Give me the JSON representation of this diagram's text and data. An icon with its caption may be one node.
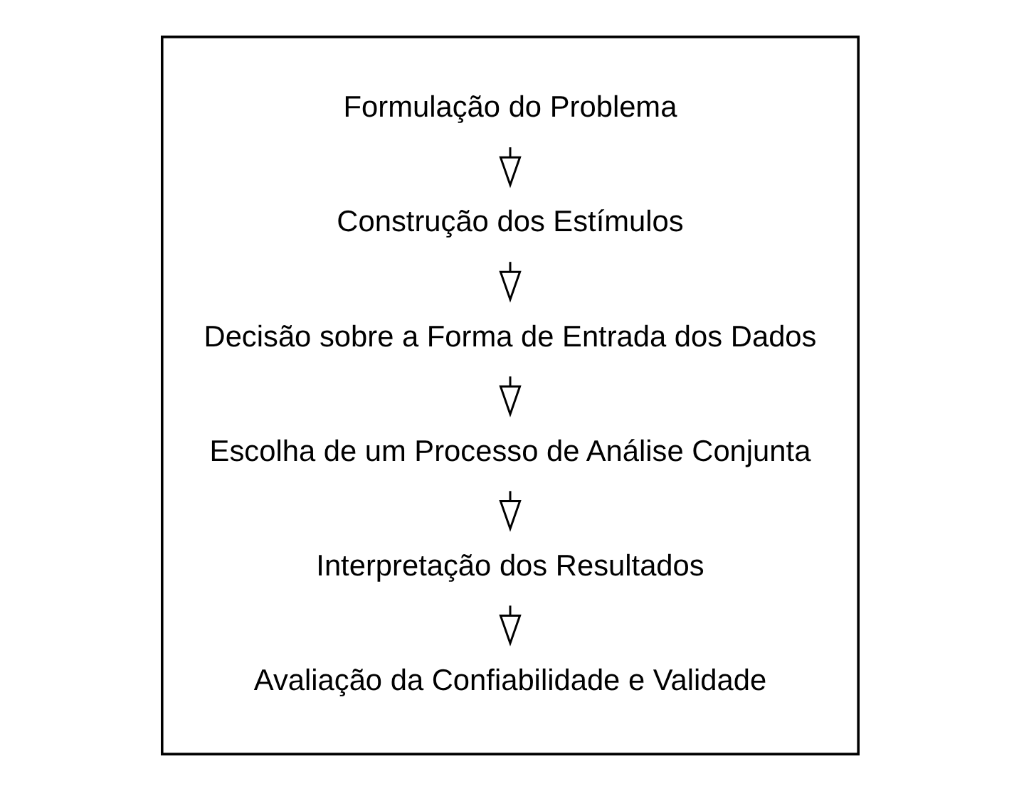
{
  "diagram": {
    "nodes": [
      {
        "text": [],
        "shape": "box"
      },
      {
        "text": [
          "Formulação do Problema"
        ],
        "in": 0
      },
      {
        "text": [
          "Construção dos Estímulos"
        ],
        "in": 0
      },
      {
        "text": [
          "Decisão sobre a Forma de Entrada dos Dados"
        ],
        "in": 0
      },
      {
        "text": [
          "Escolha de um Processo de Análise Conjunta"
        ],
        "in": 0
      },
      {
        "text": [
          "Interpretação dos Resultados"
        ],
        "in": 0
      },
      {
        "text": [
          "Avaliação da Confiabilidade e Validade"
        ],
        "in": 0
      }
    ],
    "edges": [
      {
        "from": 1,
        "to": 2,
        "arrow": "to"
      },
      {
        "from": 2,
        "to": 3,
        "arrow": "to"
      },
      {
        "from": 3,
        "to": 4,
        "arrow": "to"
      },
      {
        "from": 4,
        "to": 5,
        "arrow": "to"
      },
      {
        "from": 5,
        "to": 6,
        "arrow": "to"
      }
    ]
  }
}
